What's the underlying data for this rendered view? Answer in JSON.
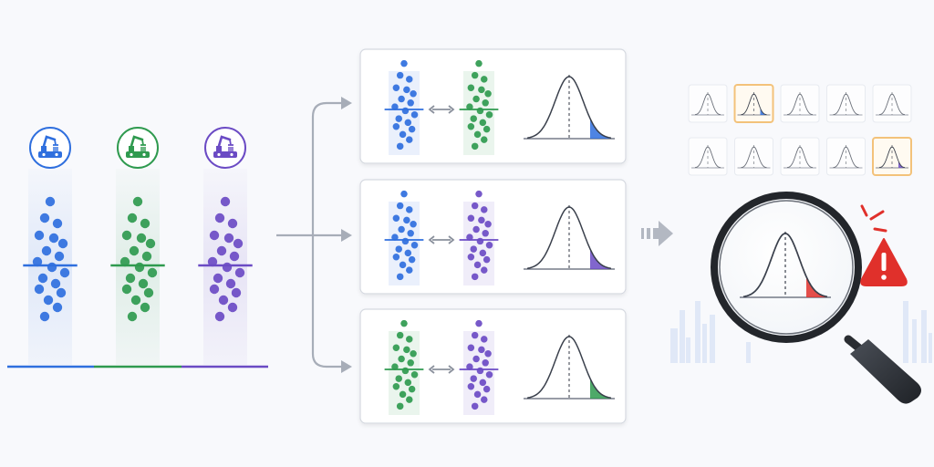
{
  "colors": {
    "blue": "#2f6fde",
    "green": "#2f9a4f",
    "purple": "#6b4bc4",
    "red": "#e0302b",
    "gray_arrow": "#a7adb8",
    "panel_border": "#d5d9e0",
    "highlight": "#f3c27a"
  },
  "groups": [
    {
      "id": "blue",
      "icon": "robot-arm-conveyor-icon"
    },
    {
      "id": "green",
      "icon": "robot-arm-conveyor-icon"
    },
    {
      "id": "purple",
      "icon": "robot-arm-conveyor-icon"
    }
  ],
  "comparisons": [
    {
      "left": "blue",
      "right": "green",
      "tail": "blue"
    },
    {
      "left": "blue",
      "right": "purple",
      "tail": "purple"
    },
    {
      "left": "green",
      "right": "purple",
      "tail": "green"
    }
  ],
  "grid": {
    "rows": 2,
    "cols": 5,
    "tails": [
      null,
      "blue",
      null,
      null,
      null,
      null,
      null,
      null,
      null,
      "purple"
    ],
    "highlighted": [
      1,
      9
    ]
  },
  "icons": {
    "compare": "double-arrow-icon",
    "flow": "dashed-right-arrow-icon",
    "magnifier": "magnifying-glass-icon",
    "warning": "warning-triangle-icon"
  }
}
